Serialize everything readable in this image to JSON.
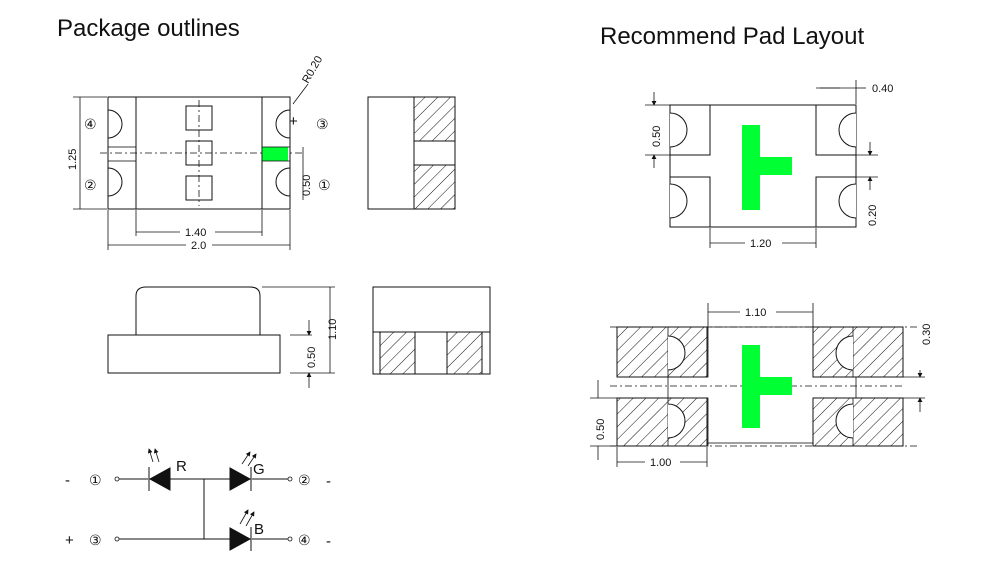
{
  "titles": {
    "package_outlines": "Package outlines",
    "recommend_pad_layout": "Recommend Pad Layout"
  },
  "top_view": {
    "radius_label": "R0.20",
    "height_label": "1.25",
    "inner_width_label": "1.40",
    "width_label": "2.0",
    "pad_label": "0.50",
    "pin1": "①",
    "pin2": "②",
    "pin3": "③",
    "pin4": "④",
    "plus": "+"
  },
  "side_view": {
    "body_height_label": "0.50",
    "total_height_label": "1.10"
  },
  "pad_layout_1": {
    "pad_height_label": "0.50",
    "gap_label": "0.40",
    "spacing_label": "1.20",
    "bottom_label": "0.20"
  },
  "pad_layout_2": {
    "top_spacing_label": "1.10",
    "right_label": "0.30",
    "left_label": "0.50",
    "bottom_label": "1.00"
  },
  "circuit": {
    "minus_top": "-",
    "plus_bottom": "+",
    "in_top": "①",
    "in_bottom": "③",
    "out_g": "②",
    "out_b": "④",
    "trail_top": "-",
    "trail_bottom": "-",
    "led_r": "R",
    "led_g": "G",
    "led_b": "B"
  },
  "colors": {
    "polarity_mark": "#00ff33",
    "line": "#111111"
  }
}
